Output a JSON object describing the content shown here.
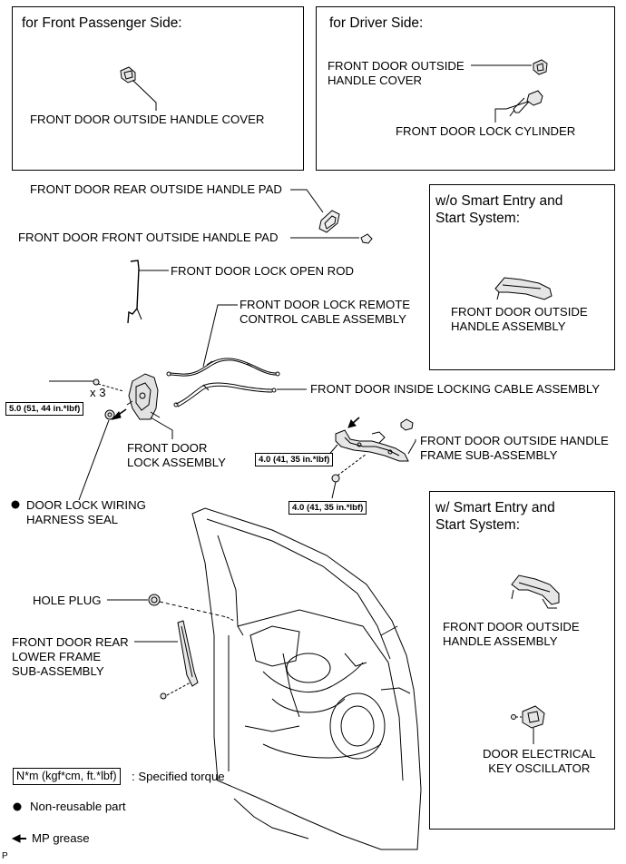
{
  "panels": {
    "passenger": {
      "title": "for Front Passenger Side:",
      "cover_label": "FRONT DOOR OUTSIDE HANDLE COVER"
    },
    "driver": {
      "title": "for Driver Side:",
      "cover_label": "FRONT DOOR OUTSIDE\nHANDLE COVER",
      "cylinder_label": "FRONT DOOR LOCK CYLINDER"
    },
    "wo_smart": {
      "title": "w/o Smart Entry and\nStart System:",
      "handle_label": "FRONT DOOR OUTSIDE\nHANDLE ASSEMBLY"
    },
    "w_smart": {
      "title": "w/ Smart Entry and\nStart System:",
      "handle_label": "FRONT DOOR OUTSIDE\nHANDLE ASSEMBLY",
      "oscillator_label": "DOOR ELECTRICAL\nKEY OSCILLATOR"
    }
  },
  "labels": {
    "rear_pad": "FRONT DOOR REAR OUTSIDE HANDLE PAD",
    "front_pad": "FRONT DOOR FRONT OUTSIDE HANDLE PAD",
    "open_rod": "FRONT DOOR LOCK OPEN ROD",
    "remote_cable": "FRONT DOOR LOCK REMOTE\nCONTROL CABLE ASSEMBLY",
    "inside_locking_cable": "FRONT DOOR INSIDE LOCKING CABLE ASSEMBLY",
    "lock_assembly": "FRONT DOOR\nLOCK ASSEMBLY",
    "handle_frame": "FRONT DOOR OUTSIDE HANDLE\nFRAME SUB-ASSEMBLY",
    "wiring_seal": "DOOR LOCK WIRING\nHARNESS SEAL",
    "hole_plug": "HOLE PLUG",
    "rear_lower_frame": "FRONT DOOR REAR\nLOWER FRAME\nSUB-ASSEMBLY",
    "qty": "x 3"
  },
  "torques": {
    "lock": "5.0 (51, 44 in.*lbf)",
    "frame_upper": "4.0 (41, 35 in.*lbf)",
    "frame_lower": "4.0 (41, 35 in.*lbf)"
  },
  "legend": {
    "torque_box": "N*m (kgf*cm, ft.*lbf)",
    "torque_text": ": Specified torque",
    "nonreusable": "Non-reusable part",
    "grease": "MP grease"
  },
  "corner_mark": "P"
}
